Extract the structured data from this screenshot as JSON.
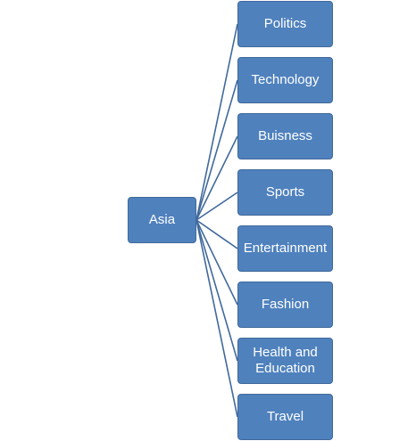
{
  "diagram": {
    "root": {
      "label": "Asia"
    },
    "children": [
      {
        "label": "Politics"
      },
      {
        "label": "Technology"
      },
      {
        "label": "Buisness"
      },
      {
        "label": "Sports"
      },
      {
        "label": "Entertainment"
      },
      {
        "label": "Fashion"
      },
      {
        "label": "Health and\nEducation"
      },
      {
        "label": "Travel"
      }
    ],
    "colors": {
      "node_fill": "#4f81bd",
      "node_border": "#41699b",
      "connector": "#41699b",
      "text": "#ffffff"
    }
  }
}
